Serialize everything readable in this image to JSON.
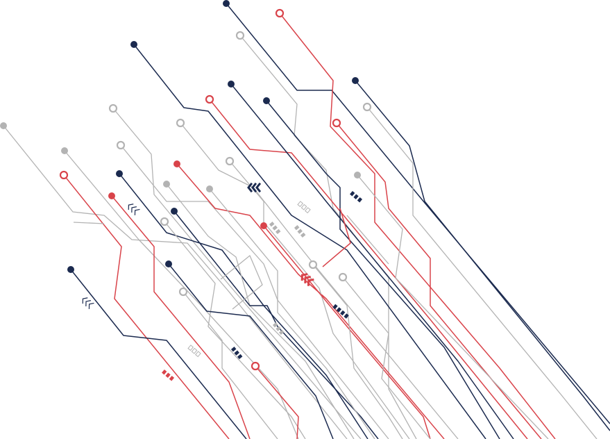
{
  "palette": {
    "navy": "#1b2a4f",
    "red": "#d9434a",
    "gray": "#b3b3b3",
    "background": "#ffffff"
  },
  "graphic": {
    "description_name": "circuit-board-traces",
    "node_styles": [
      "filled-dot",
      "ring"
    ],
    "marker_styles": [
      "chevron-arrows",
      "dash-bars"
    ]
  }
}
